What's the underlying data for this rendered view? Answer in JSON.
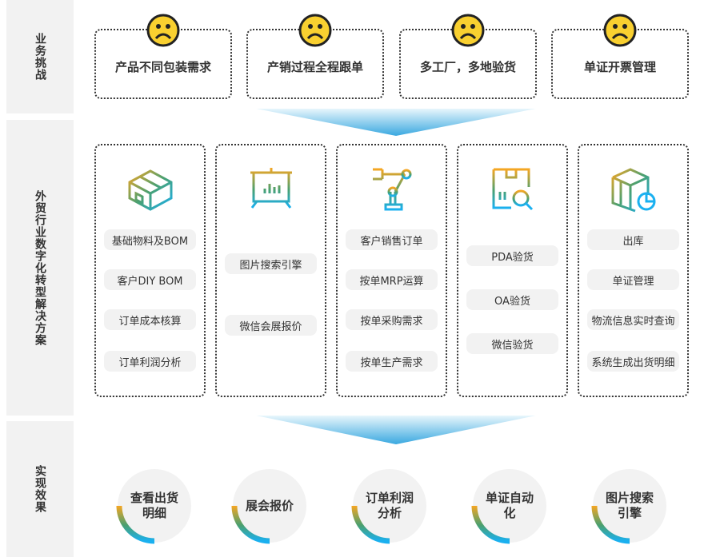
{
  "sections": {
    "challenges": "业务挑战",
    "solutions": "外贸行业数字化转型解决方案",
    "results": "实现效果"
  },
  "challenges": [
    "产品不同包装需求",
    "产销过程全程跟单",
    "多工厂，多地验货",
    "单证开票管理"
  ],
  "solutions": [
    {
      "icon": "box-icon",
      "items": [
        "基础物料及BOM",
        "客户DIY BOM",
        "订单成本核算",
        "订单利润分析"
      ]
    },
    {
      "icon": "presentation-board-icon",
      "items": [
        "图片搜索引擎",
        "微信会展报价"
      ]
    },
    {
      "icon": "robot-arm-icon",
      "items": [
        "客户销售订单",
        "按单MRP运算",
        "按单采购需求",
        "按单生产需求"
      ]
    },
    {
      "icon": "inspection-search-icon",
      "items": [
        "PDA验货",
        "OA验货",
        "微信验货"
      ]
    },
    {
      "icon": "warehouse-boxes-icon",
      "items": [
        "出库",
        "单证管理",
        "物流信息实时查询",
        "系统生成出货明细"
      ]
    }
  ],
  "results": [
    "查看出货明细",
    "展会报价",
    "订单利润分析",
    "单证自动化",
    "图片搜索引擎"
  ],
  "colors": {
    "yellow": "#f9d030",
    "orange": "#f5a623",
    "blue": "#1ab0f0",
    "green": "#4aa070"
  }
}
